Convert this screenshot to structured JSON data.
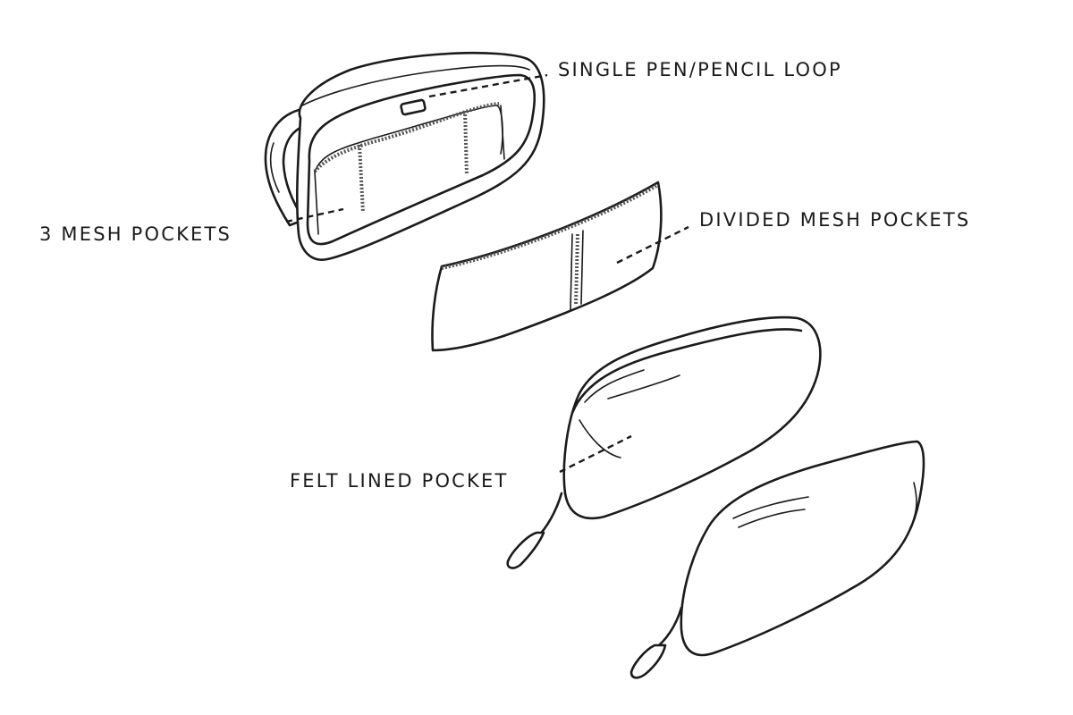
{
  "callouts": {
    "pen_loop": "SINGLE PEN/PENCIL LOOP",
    "mesh_pockets": "3 MESH POCKETS",
    "divided_mesh": "DIVIDED MESH POCKETS",
    "felt_pocket": "FELT LINED POCKET"
  }
}
